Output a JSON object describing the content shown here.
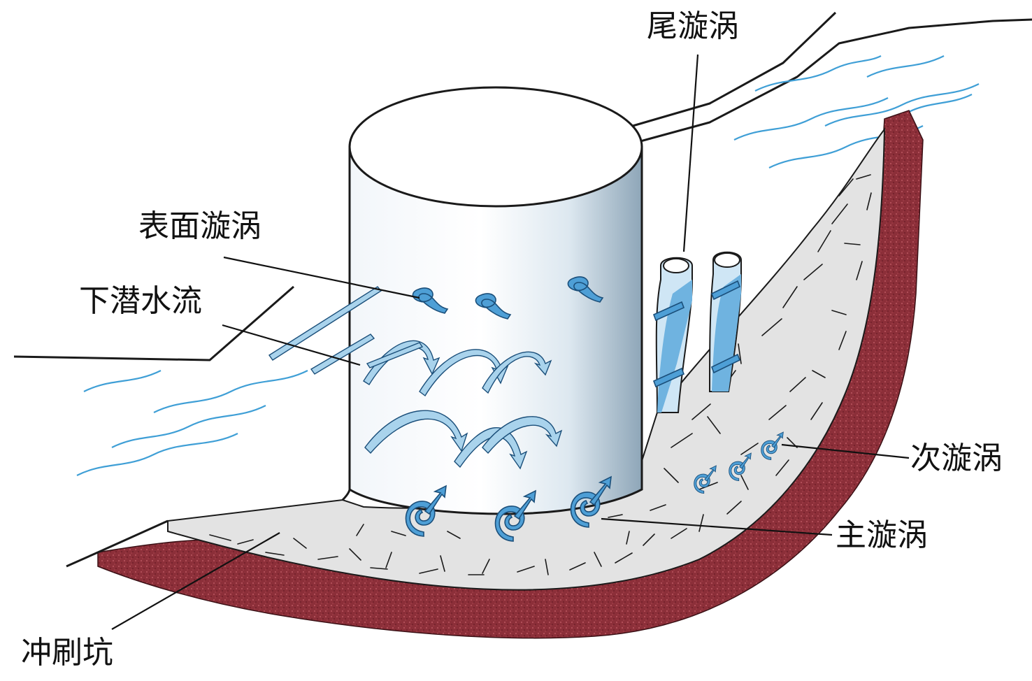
{
  "diagram": {
    "labels": {
      "tail_vortex": "尾漩涡",
      "surface_vortex": "表面漩涡",
      "downflow": "下潜水流",
      "secondary_vortex": "次漩涡",
      "main_vortex": "主漩涡",
      "scour_hole": "冲刷坑"
    },
    "colors": {
      "water_line": "#3f9fd6",
      "vortex_blue": "#4e9fd6",
      "flow_blue": "#a9d3ec",
      "sediment_red": "#8c2f39",
      "scour_surface": "#e3e3e3",
      "pier_light": "#f5f9fc",
      "pier_shade": "#9fb3c4",
      "outline": "#1a1a1a"
    },
    "icons": [
      "pier-cylinder",
      "horseshoe-vortex-icon",
      "surface-roller-icon",
      "wake-vortex-icon",
      "downflow-arrow-icon"
    ]
  }
}
